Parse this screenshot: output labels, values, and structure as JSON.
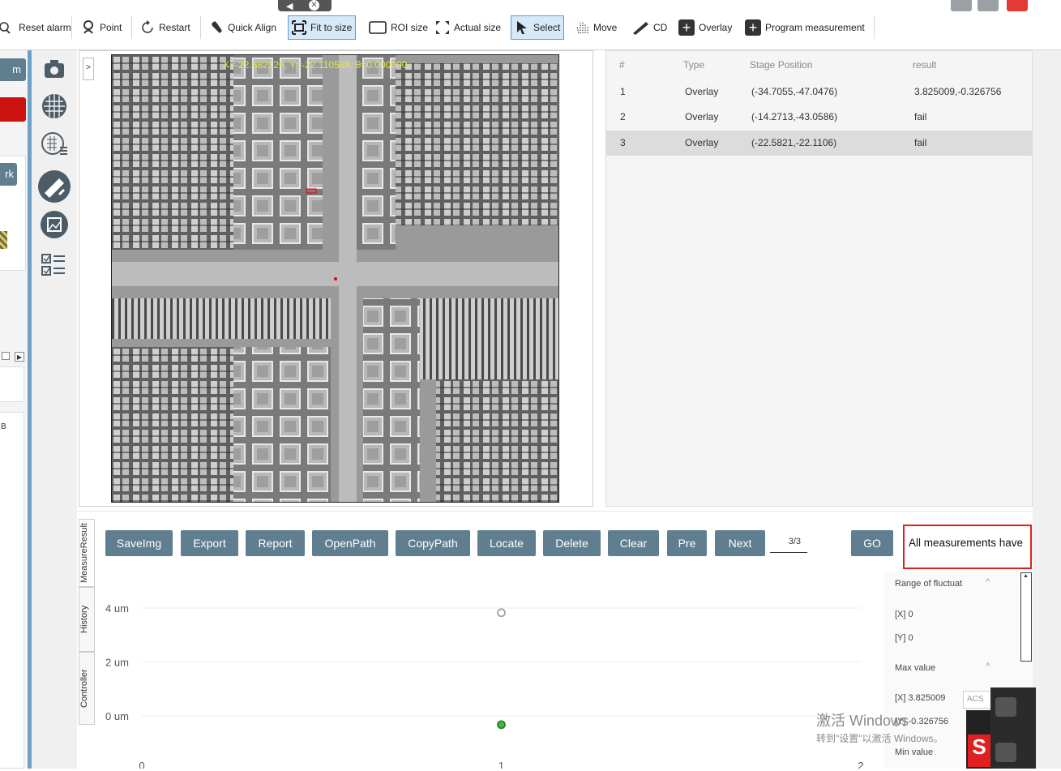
{
  "toolbar": {
    "items": [
      {
        "label": "Reset alarm",
        "icon": "search-icon"
      },
      {
        "label": "Point",
        "icon": "pin-icon"
      },
      {
        "label": "Restart",
        "icon": "restart-icon"
      },
      {
        "label": "Quick Align",
        "icon": "wrench-icon"
      },
      {
        "label": "Fit to size",
        "icon": "fit-icon"
      },
      {
        "label": "ROI size",
        "icon": "roi-icon"
      },
      {
        "label": "Actual size",
        "icon": "expand-icon"
      },
      {
        "label": "Select",
        "icon": "cursor-icon"
      },
      {
        "label": "Move",
        "icon": "hand-icon"
      },
      {
        "label": "CD",
        "icon": "ruler-icon"
      },
      {
        "label": "Overlay",
        "icon": "plus-icon"
      },
      {
        "label": "Program measurement",
        "icon": "plus-icon"
      }
    ]
  },
  "left": {
    "button1": "m",
    "button2": "rk",
    "note": "B",
    "expand": ">"
  },
  "viewer": {
    "overlay": "X=-22.582125, Y=-22.110588, θ=0.000000"
  },
  "table": {
    "headers": [
      "#",
      "Type",
      "Stage Position",
      "result"
    ],
    "rows": [
      {
        "n": "1",
        "type": "Overlay",
        "pos": "(-34.7055,-47.0476)",
        "result": "3.825009,-0.326756"
      },
      {
        "n": "2",
        "type": "Overlay",
        "pos": "(-14.2713,-43.0586)",
        "result": "fail"
      },
      {
        "n": "3",
        "type": "Overlay",
        "pos": "(-22.5821,-22.1106)",
        "result": "fail"
      }
    ]
  },
  "bottom": {
    "tabs": [
      "MeasureResult",
      "History",
      "Controller"
    ],
    "buttons": [
      "SaveImg",
      "Export",
      "Report",
      "OpenPath",
      "CopyPath",
      "Locate",
      "Delete",
      "Clear",
      "Pre",
      "Next"
    ],
    "page": "3/3",
    "go": "GO",
    "message": "All measurements have"
  },
  "chart_data": {
    "type": "scatter",
    "x_ticks": [
      "0",
      "1",
      "2"
    ],
    "y_ticks": [
      "4 um",
      "2 um",
      "0 um"
    ],
    "xlim": [
      0,
      2
    ],
    "ylim": [
      0,
      4
    ],
    "series": [
      {
        "color": "#9aa4aa",
        "points": [
          [
            1,
            3.825009
          ]
        ]
      },
      {
        "color": "#3cbf3c",
        "points": [
          [
            1,
            -0.326756
          ]
        ]
      }
    ]
  },
  "stats": {
    "range_title": "Range of fluctuat",
    "range_x": "[X]  0",
    "range_y": "[Y]  0",
    "max_title": "Max value",
    "max_x": "[X]  3.825009",
    "max_y": "[Y]  -0.326756",
    "min_title": "Min value"
  },
  "watermark": {
    "line1": "激活 Windows",
    "line2": "转到\"设置\"以激活 Windows。",
    "acs": "ACS"
  },
  "colors": {
    "accent": "#5f7e90",
    "highlight": "#d7e8f7",
    "alert": "#e02020"
  }
}
